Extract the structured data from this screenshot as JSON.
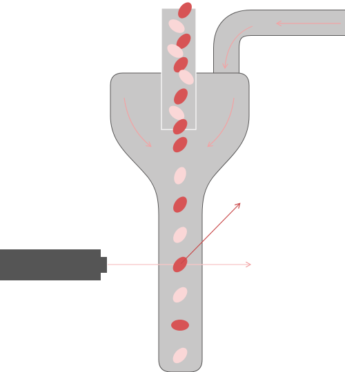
{
  "colors": {
    "background": "#ffffff",
    "chamber_fill": "#c8c7c7",
    "chamber_stroke": "#575656",
    "sample_tube_stroke": "#ffffff",
    "cell_dark": "#d75455",
    "cell_light": "#fad7d7",
    "flow_arrow": "#f2a3a4",
    "laser_body": "#555555",
    "laser_beam": "#f7c5c6",
    "scatter_ray": "#c94a4b"
  },
  "components": {
    "flow_chamber": "chamber",
    "sample_injection_tube": "sample-tube",
    "sheath_inlet": "sheath-inlet",
    "laser_source": "laser",
    "laser_beam": "laser-beam",
    "scattered_light": "scatter-ray"
  },
  "cells": [
    {
      "shade": "dark"
    },
    {
      "shade": "light"
    },
    {
      "shade": "dark"
    },
    {
      "shade": "light"
    },
    {
      "shade": "dark"
    },
    {
      "shade": "light"
    },
    {
      "shade": "dark"
    },
    {
      "shade": "light"
    },
    {
      "shade": "dark"
    },
    {
      "shade": "dark"
    },
    {
      "shade": "light"
    },
    {
      "shade": "dark"
    },
    {
      "shade": "light"
    },
    {
      "shade": "dark"
    },
    {
      "shade": "light"
    },
    {
      "shade": "dark"
    },
    {
      "shade": "light"
    }
  ]
}
